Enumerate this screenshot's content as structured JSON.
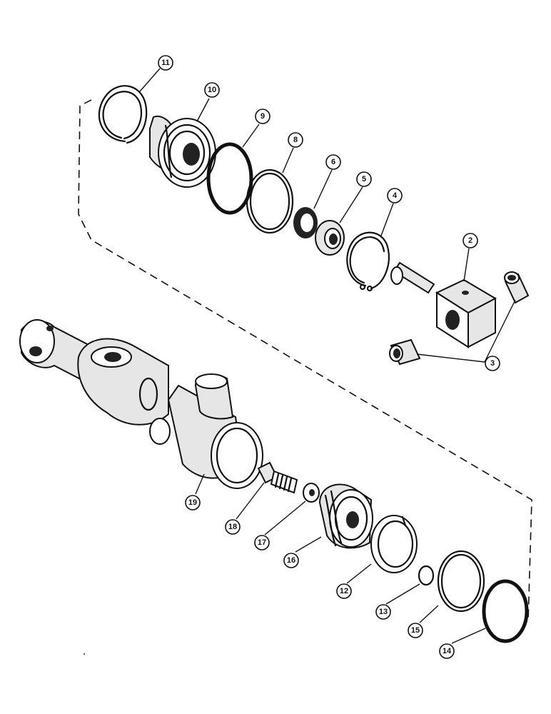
{
  "callouts": {
    "c1": "11",
    "c2": "10",
    "c3": "9",
    "c4": "8",
    "c5": "6",
    "c6": "5",
    "c7": "4",
    "c8": "2",
    "c9": "3",
    "c10": "19",
    "c11": "18",
    "c12": "17",
    "c13": "16",
    "c14": "12",
    "c15": "13",
    "c16": "15",
    "c17": "14"
  }
}
